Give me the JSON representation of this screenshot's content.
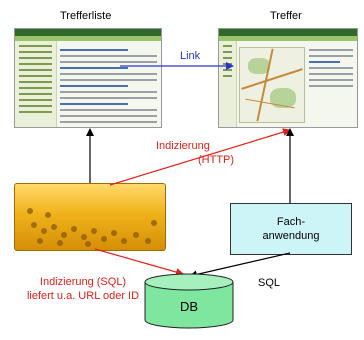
{
  "labels": {
    "trefferliste": "Trefferliste",
    "treffer": "Treffer",
    "link": "Link",
    "indizierung_http_line1": "Indizierung",
    "indizierung_http_line2": "(HTTP)",
    "fach_line1": "Fach-",
    "fach_line2": "anwendung",
    "sql": "SQL",
    "indizierung_sql_line1": "Indizierung (SQL)",
    "indizierung_sql_line2": "liefert u.a. URL oder ID",
    "db": "DB"
  },
  "colors": {
    "red": "#e0201a",
    "blue": "#2a35c8",
    "fach_fill": "#cdf5f8",
    "db_fill": "#7fe6a0",
    "appliance": "#f0b21a"
  }
}
